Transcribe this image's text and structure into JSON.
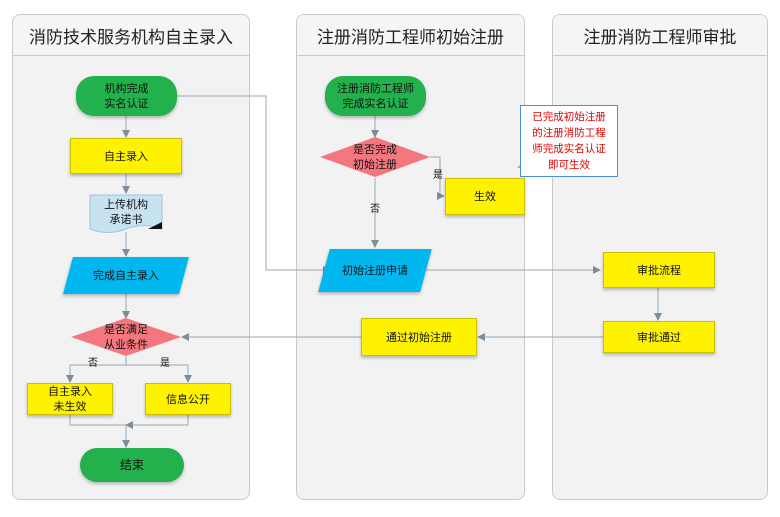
{
  "lanes": [
    {
      "title": "消防技术服务机构自主录入"
    },
    {
      "title": "注册消防工程师初始注册"
    },
    {
      "title": "注册消防工程师审批"
    }
  ],
  "nodes": {
    "start1": "机构完成\n实名认证",
    "self_entry": "自主录入",
    "upload": "上传机构\n承诺书",
    "complete_entry": "完成自主录入",
    "decision1": "是否满足\n从业条件",
    "not_effective": "自主录入\n未生效",
    "info_public": "信息公开",
    "end": "结束",
    "start2": "注册消防工程师\n完成实名认证",
    "decision2": "是否完成\n初始注册",
    "effective": "生效",
    "apply": "初始注册申请",
    "pass_initial": "通过初始注册",
    "approval_flow": "审批流程",
    "approval_pass": "审批通过"
  },
  "note": "已完成初始注册\n的注册消防工程\n师完成实名认证\n即可生效",
  "labels": {
    "no1": "否",
    "yes1": "是",
    "yes2": "是",
    "no2": "否"
  },
  "colors": {
    "terminal": "#22b14c",
    "process": "#fff200",
    "io": "#00b7ef",
    "decision": "#f4777f",
    "connector": "#9aa7b5"
  }
}
